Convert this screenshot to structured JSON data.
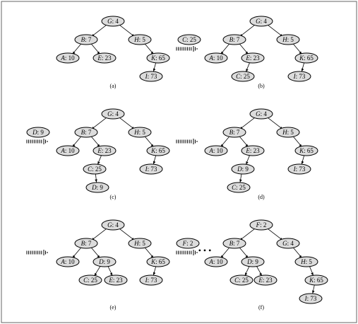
{
  "panels": [
    {
      "id": "a",
      "label": "(a)",
      "nodes": [
        {
          "id": "G",
          "key": "G",
          "val": "4"
        },
        {
          "id": "B",
          "key": "B",
          "val": "7"
        },
        {
          "id": "H",
          "key": "H",
          "val": "5"
        },
        {
          "id": "A",
          "key": "A",
          "val": "10"
        },
        {
          "id": "E",
          "key": "E",
          "val": "23"
        },
        {
          "id": "K",
          "key": "K",
          "val": "65"
        },
        {
          "id": "I",
          "key": "I",
          "val": "73"
        }
      ],
      "edges": [
        [
          "G",
          "B"
        ],
        [
          "G",
          "H"
        ],
        [
          "B",
          "A"
        ],
        [
          "B",
          "E"
        ],
        [
          "H",
          "K"
        ],
        [
          "K",
          "I"
        ]
      ]
    },
    {
      "id": "b",
      "label": "(b)",
      "incoming": {
        "key": "C",
        "val": "25"
      },
      "nodes": [
        {
          "id": "G",
          "key": "G",
          "val": "4"
        },
        {
          "id": "B",
          "key": "B",
          "val": "7"
        },
        {
          "id": "H",
          "key": "H",
          "val": "5"
        },
        {
          "id": "A",
          "key": "A",
          "val": "10"
        },
        {
          "id": "E",
          "key": "E",
          "val": "23"
        },
        {
          "id": "K",
          "key": "K",
          "val": "65"
        },
        {
          "id": "C",
          "key": "C",
          "val": "25"
        },
        {
          "id": "I",
          "key": "I",
          "val": "73"
        }
      ],
      "edges": [
        [
          "G",
          "B"
        ],
        [
          "G",
          "H"
        ],
        [
          "B",
          "A"
        ],
        [
          "B",
          "E"
        ],
        [
          "H",
          "K"
        ],
        [
          "E",
          "C"
        ],
        [
          "K",
          "I"
        ]
      ]
    },
    {
      "id": "c",
      "label": "(c)",
      "incoming": {
        "key": "D",
        "val": "9"
      },
      "nodes": [
        {
          "id": "G",
          "key": "G",
          "val": "4"
        },
        {
          "id": "B",
          "key": "B",
          "val": "7"
        },
        {
          "id": "H",
          "key": "H",
          "val": "5"
        },
        {
          "id": "A",
          "key": "A",
          "val": "10"
        },
        {
          "id": "E",
          "key": "E",
          "val": "23"
        },
        {
          "id": "K",
          "key": "K",
          "val": "65"
        },
        {
          "id": "C",
          "key": "C",
          "val": "25"
        },
        {
          "id": "I",
          "key": "I",
          "val": "73"
        },
        {
          "id": "D",
          "key": "D",
          "val": "9"
        }
      ],
      "edges": [
        [
          "G",
          "B"
        ],
        [
          "G",
          "H"
        ],
        [
          "B",
          "A"
        ],
        [
          "B",
          "E"
        ],
        [
          "H",
          "K"
        ],
        [
          "E",
          "C"
        ],
        [
          "K",
          "I"
        ],
        [
          "C",
          "D"
        ]
      ]
    },
    {
      "id": "d",
      "label": "(d)",
      "arrowOnly": true,
      "nodes": [
        {
          "id": "G",
          "key": "G",
          "val": "4"
        },
        {
          "id": "B",
          "key": "B",
          "val": "7"
        },
        {
          "id": "H",
          "key": "H",
          "val": "5"
        },
        {
          "id": "A",
          "key": "A",
          "val": "10"
        },
        {
          "id": "E",
          "key": "E",
          "val": "23"
        },
        {
          "id": "K",
          "key": "K",
          "val": "65"
        },
        {
          "id": "D",
          "key": "D",
          "val": "9"
        },
        {
          "id": "I",
          "key": "I",
          "val": "73"
        },
        {
          "id": "C",
          "key": "C",
          "val": "25"
        }
      ],
      "edges": [
        [
          "G",
          "B"
        ],
        [
          "G",
          "H"
        ],
        [
          "B",
          "A"
        ],
        [
          "B",
          "E"
        ],
        [
          "H",
          "K"
        ],
        [
          "E",
          "D"
        ],
        [
          "K",
          "I"
        ],
        [
          "D",
          "C"
        ]
      ]
    },
    {
      "id": "e",
      "label": "(e)",
      "arrowOnly": true,
      "nodes": [
        {
          "id": "G",
          "key": "G",
          "val": "4"
        },
        {
          "id": "B",
          "key": "B",
          "val": "7"
        },
        {
          "id": "H",
          "key": "H",
          "val": "5"
        },
        {
          "id": "A",
          "key": "A",
          "val": "10"
        },
        {
          "id": "D",
          "key": "D",
          "val": "9"
        },
        {
          "id": "K",
          "key": "K",
          "val": "65"
        },
        {
          "id": "C",
          "key": "C",
          "val": "25"
        },
        {
          "id": "E",
          "key": "E",
          "val": "23"
        },
        {
          "id": "I",
          "key": "I",
          "val": "73"
        }
      ],
      "edges": [
        [
          "G",
          "B"
        ],
        [
          "G",
          "H"
        ],
        [
          "B",
          "A"
        ],
        [
          "B",
          "D"
        ],
        [
          "H",
          "K"
        ],
        [
          "D",
          "C"
        ],
        [
          "D",
          "E"
        ],
        [
          "K",
          "I"
        ]
      ]
    },
    {
      "id": "f",
      "label": "(f)",
      "incoming": {
        "key": "F",
        "val": "2"
      },
      "ellipsis": "• • •",
      "nodes": [
        {
          "id": "F",
          "key": "F",
          "val": "2"
        },
        {
          "id": "B",
          "key": "B",
          "val": "7"
        },
        {
          "id": "G",
          "key": "G",
          "val": "4"
        },
        {
          "id": "A",
          "key": "A",
          "val": "10"
        },
        {
          "id": "D",
          "key": "D",
          "val": "9"
        },
        {
          "id": "H",
          "key": "H",
          "val": "5"
        },
        {
          "id": "C",
          "key": "C",
          "val": "25"
        },
        {
          "id": "E",
          "key": "E",
          "val": "23"
        },
        {
          "id": "K",
          "key": "K",
          "val": "65"
        },
        {
          "id": "I",
          "key": "I",
          "val": "73"
        }
      ],
      "edges": [
        [
          "F",
          "B"
        ],
        [
          "F",
          "G"
        ],
        [
          "B",
          "A"
        ],
        [
          "B",
          "D"
        ],
        [
          "G",
          "H"
        ],
        [
          "D",
          "C"
        ],
        [
          "D",
          "E"
        ],
        [
          "H",
          "K"
        ],
        [
          "K",
          "I"
        ]
      ]
    }
  ]
}
